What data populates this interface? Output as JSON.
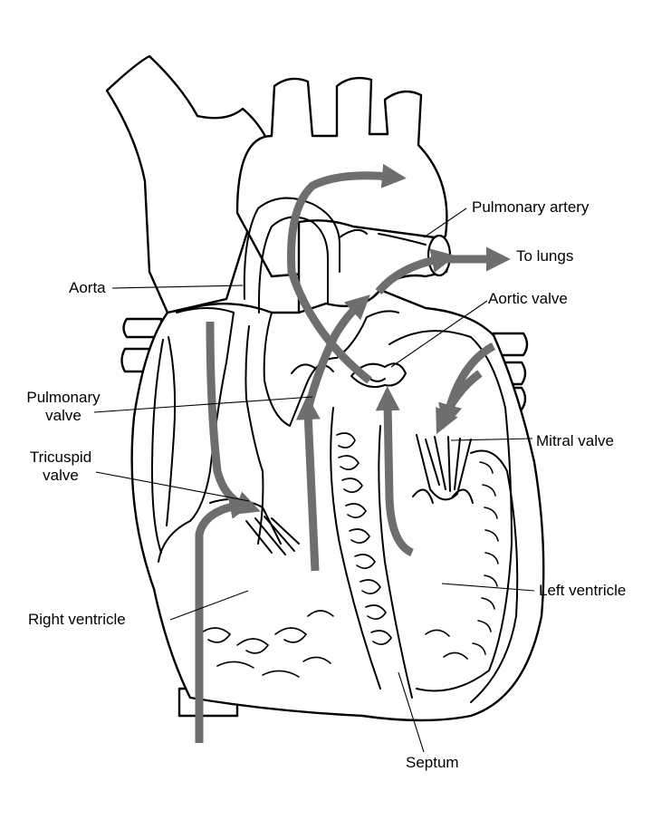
{
  "labels": {
    "pulmonary_artery": "Pulmonary artery",
    "to_lungs": "To lungs",
    "aorta": "Aorta",
    "aortic_valve": "Aortic valve",
    "pulmonary_valve_line1": "Pulmonary",
    "pulmonary_valve_line2": "valve",
    "tricuspid_valve_line1": "Tricuspid",
    "tricuspid_valve_line2": "valve",
    "mitral_valve": "Mitral valve",
    "left_ventricle": "Left ventricle",
    "right_ventricle": "Right ventricle",
    "septum": "Septum"
  },
  "colors": {
    "blood_flow_arrow": "#6e6e6e",
    "outline": "#000000",
    "background": "#ffffff"
  }
}
